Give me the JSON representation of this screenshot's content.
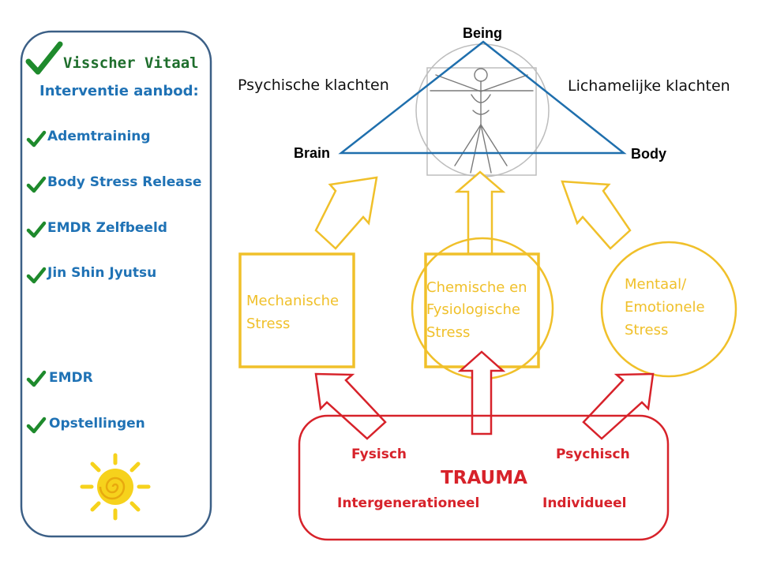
{
  "panel": {
    "title": "Visscher Vitaal",
    "subtitle": "Interventie aanbod:",
    "items": [
      "Ademtraining",
      "Body Stress Release",
      "EMDR Zelfbeeld",
      "Jin Shin Jyutsu",
      "EMDR",
      "Opstellingen"
    ]
  },
  "triangle": {
    "top": "Being",
    "left": "Brain",
    "right": "Body",
    "left_caption": "Psychische klachten",
    "right_caption": "Lichamelijke klachten"
  },
  "stress": {
    "mechanical": [
      "Mechanische",
      "Stress"
    ],
    "chemical": [
      "Chemische en",
      "Fysiologische",
      "Stress"
    ],
    "mental": [
      "Mentaal/",
      "Emotionele",
      "Stress"
    ]
  },
  "trauma": {
    "title": "TRAUMA",
    "physical": "Fysisch",
    "psychic": "Psychisch",
    "intergenerational": "Intergenerationeel",
    "individual": "Individueel"
  },
  "colors": {
    "panel_border": "#3b5f86",
    "panel_text": "#1f72b5",
    "check": "#1e8a2c",
    "triangle": "#1f6fad",
    "yellow": "#f0c02a",
    "red": "#d7222a",
    "sun": "#f6d21c"
  },
  "icons": [
    "check-icon",
    "sun-icon",
    "vitruvian-man-image"
  ]
}
